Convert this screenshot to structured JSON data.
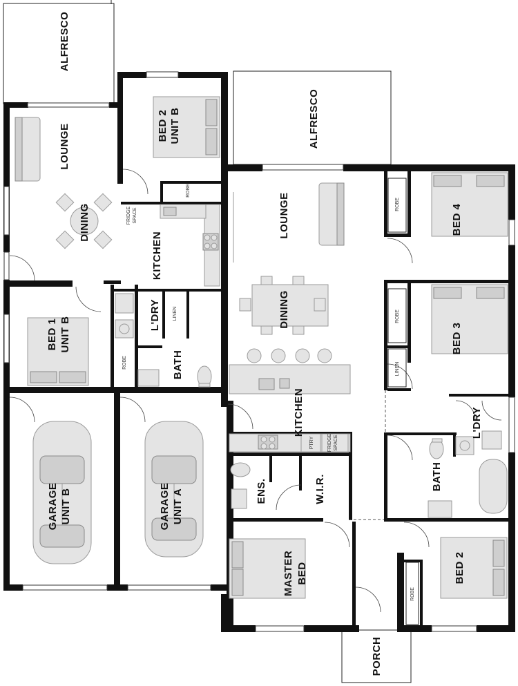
{
  "labels": {
    "alfresco_left": "ALFRESCO",
    "alfresco_right": "ALFRESCO",
    "lounge_b": "LOUNGE",
    "dining_b": "DINING",
    "kitchen_b": "KITCHEN",
    "bed2_unit_b_line1": "BED 2",
    "bed2_unit_b_line2": "UNIT B",
    "bed1_unit_b_line1": "BED 1",
    "bed1_unit_b_line2": "UNIT B",
    "laundry_b": "L'DRY",
    "bath_b": "BATH",
    "garage_b_line1": "GARAGE",
    "garage_b_line2": "UNIT B",
    "garage_a_line1": "GARAGE",
    "garage_a_line2": "UNIT A",
    "lounge_a": "LOUNGE",
    "dining_a": "DINING",
    "kitchen_a": "KITCHEN",
    "bed4": "BED 4",
    "bed3": "BED 3",
    "laundry_a": "L'DRY",
    "bath_a": "BATH",
    "ensuite": "ENS.",
    "wir": "W.I.R.",
    "master_bed_line1": "MASTER",
    "master_bed_line2": "BED",
    "bed2_a": "BED 2",
    "porch": "PORCH"
  },
  "small_labels": {
    "robe_bed2b": "ROBE",
    "fridge_b_line1": "FRIDGE",
    "fridge_b_line2": "SPACE",
    "linen_b": "LINEN",
    "robe_bed1b": "ROBE",
    "robe_bed4": "ROBE",
    "robe_bed3": "ROBE",
    "linen_a": "LINEN",
    "pantry": "PTRY",
    "fridge_a_line1": "FRIDGE",
    "fridge_a_line2": "SPACE",
    "robe_bed2a": "ROBE"
  }
}
